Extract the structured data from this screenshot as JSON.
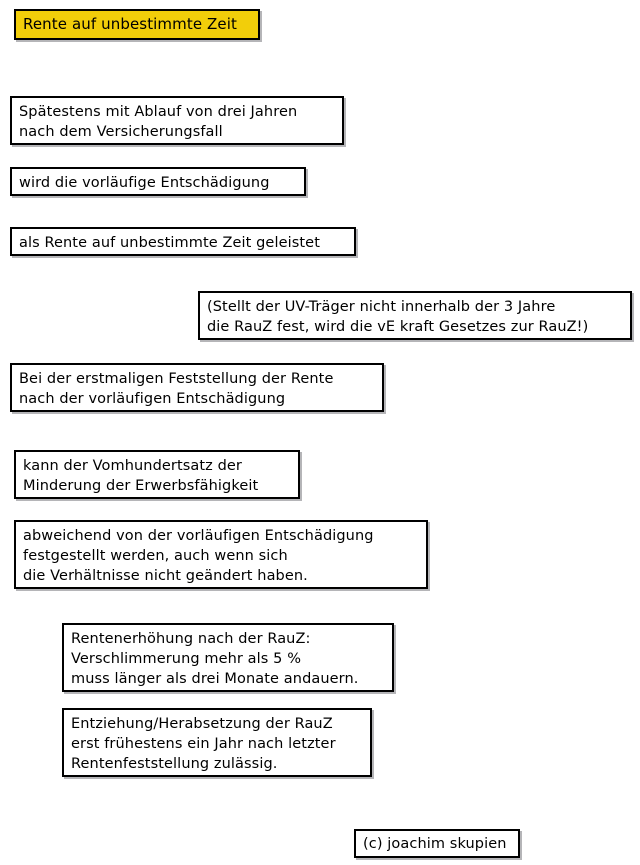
{
  "page": {
    "background_color": "#ffffff",
    "text_color": "#000000",
    "accent_color": "#f2ce0a"
  },
  "diagram": {
    "title_box": {
      "text": "Rente auf unbestimmte Zeit",
      "fill": "#f2ce0a"
    },
    "boxes": [
      {
        "id": "spaetestens",
        "text": "Spätestens mit Ablauf von drei Jahren\nnach dem Versicherungsfall"
      },
      {
        "id": "wird",
        "text": "wird die vorläufige Entschädigung"
      },
      {
        "id": "alsrente",
        "text": "als Rente auf unbestimmte Zeit geleistet"
      },
      {
        "id": "stellt",
        "text": "(Stellt der UV-Träger nicht innerhalb der 3 Jahre\ndie RauZ fest, wird die vE kraft Gesetzes zur RauZ!)"
      },
      {
        "id": "bei",
        "text": "Bei der erstmaligen Feststellung der Rente\nnach der vorläufigen Entschädigung"
      },
      {
        "id": "kann",
        "text": "kann der Vomhundertsatz der\nMinderung der Erwerbsfähigkeit"
      },
      {
        "id": "abweichend",
        "text": "abweichend von der vorläufigen Entschädigung\nfestgestellt werden, auch wenn sich\ndie Verhältnisse nicht geändert haben."
      },
      {
        "id": "rentenerhoehung",
        "text": "Rentenerhöhung nach der RauZ:\nVerschlimmerung mehr als 5 %\nmuss länger als drei Monate andauern."
      },
      {
        "id": "entziehung",
        "text": "Entziehung/Herabsetzung der RauZ\nerst frühestens ein Jahr nach letzter\nRentenfeststellung zulässig."
      }
    ],
    "credit_box": {
      "text": "(c) joachim skupien"
    }
  }
}
